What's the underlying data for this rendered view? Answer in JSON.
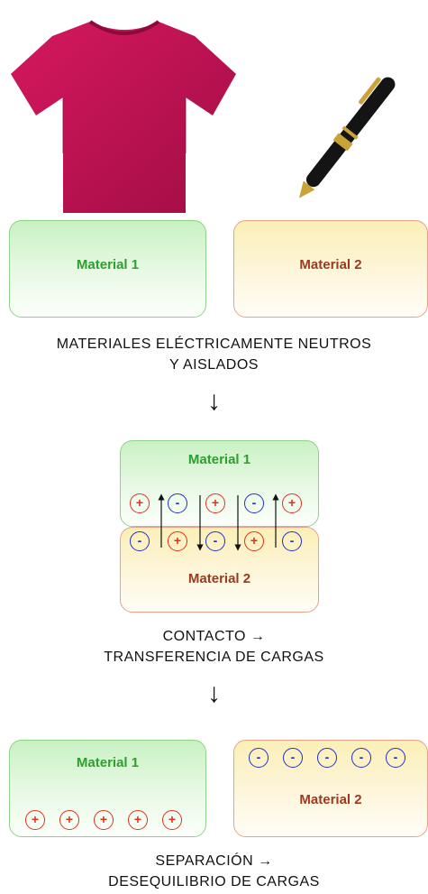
{
  "colors": {
    "material1": "#2ca02c",
    "material2": "#9b3a1e",
    "positive": "#e0301e",
    "negative": "#1f2fd0"
  },
  "images": {
    "shirt": "magenta-tshirt-photo",
    "pen": "black-gold-pen-photo"
  },
  "stage1": {
    "material1": "Material 1",
    "material2": "Material 2",
    "caption_line1": "MATERIALES ELÉCTRICAMENTE NEUTROS",
    "caption_line2": "Y AISLADOS"
  },
  "arrow1": "↓",
  "stage2": {
    "material1": "Material 1",
    "material2": "Material 2",
    "top_charges": [
      "+",
      "-",
      "+",
      "-",
      "+"
    ],
    "bottom_charges": [
      "-",
      "+",
      "-",
      "+",
      "-"
    ],
    "caption_line1": "CONTACTO →",
    "caption_line2": "TRANSFERENCIA DE CARGAS"
  },
  "arrow2": "↓",
  "stage3": {
    "material1": "Material 1",
    "material2": "Material 2",
    "material1_charges": [
      "+",
      "+",
      "+",
      "+",
      "+"
    ],
    "material2_charges": [
      "-",
      "-",
      "-",
      "-",
      "-"
    ],
    "caption_line1": "SEPARACIÓN →",
    "caption_line2": "DESEQUILIBRIO DE CARGAS"
  }
}
